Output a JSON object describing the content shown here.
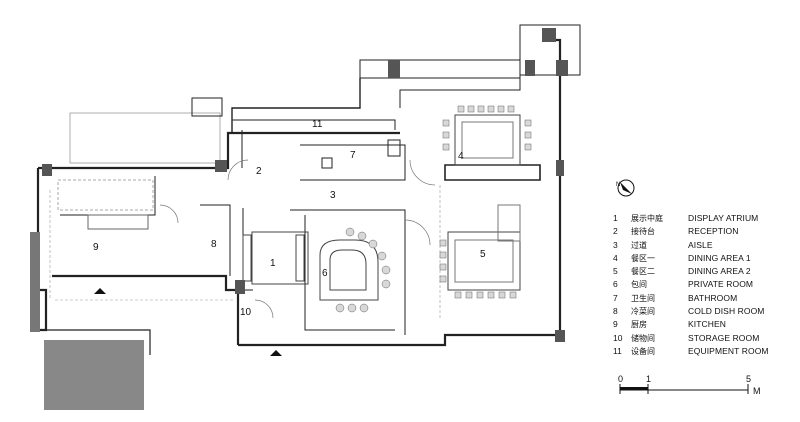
{
  "north": {
    "label": "N"
  },
  "rooms": [
    {
      "num": "1",
      "zh": "展示中庭",
      "en": "DISPLAY ATRIUM"
    },
    {
      "num": "2",
      "zh": "接待台",
      "en": "RECEPTION"
    },
    {
      "num": "3",
      "zh": "过道",
      "en": "AISLE"
    },
    {
      "num": "4",
      "zh": "餐区一",
      "en": "DINING AREA 1"
    },
    {
      "num": "5",
      "zh": "餐区二",
      "en": "DINING AREA 2"
    },
    {
      "num": "6",
      "zh": "包间",
      "en": "PRIVATE ROOM"
    },
    {
      "num": "7",
      "zh": "卫生间",
      "en": "BATHROOM"
    },
    {
      "num": "8",
      "zh": "冷菜间",
      "en": "COLD DISH ROOM"
    },
    {
      "num": "9",
      "zh": "厨房",
      "en": "KITCHEN"
    },
    {
      "num": "10",
      "zh": "储物间",
      "en": "STORAGE ROOM"
    },
    {
      "num": "11",
      "zh": "设备间",
      "en": "EQUIPMENT ROOM"
    }
  ],
  "scale": {
    "ticks": [
      "0",
      "1",
      "5"
    ],
    "unit": "M"
  }
}
